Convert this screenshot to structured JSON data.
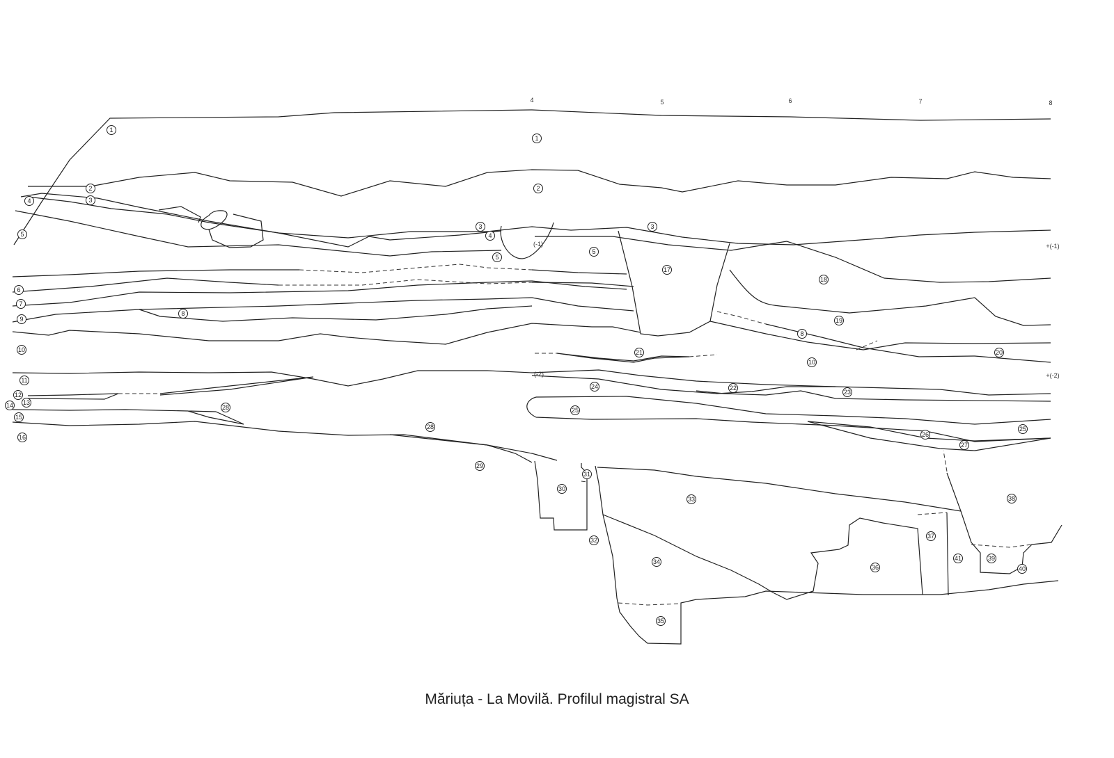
{
  "caption": "Măriuța - La Movilă. Profilul magistral SA",
  "grid_labels": [
    "4",
    "5",
    "6",
    "7",
    "8"
  ],
  "level_labels": [
    "(-1)",
    "+(-1)",
    "+(-2)",
    "(-2)"
  ],
  "layer_labels": [
    "1",
    "1",
    "2",
    "2",
    "4",
    "3",
    "5",
    "3",
    "4",
    "5",
    "3",
    "5",
    "17",
    "18",
    "6",
    "7",
    "8",
    "9",
    "19",
    "8",
    "10",
    "21",
    "20",
    "10",
    "11",
    "24",
    "22",
    "23",
    "12",
    "13",
    "14",
    "28",
    "15",
    "25",
    "28",
    "25",
    "26",
    "16",
    "27",
    "29",
    "31",
    "30",
    "33",
    "38",
    "37",
    "32",
    "41",
    "39",
    "34",
    "36",
    "40",
    "35"
  ]
}
